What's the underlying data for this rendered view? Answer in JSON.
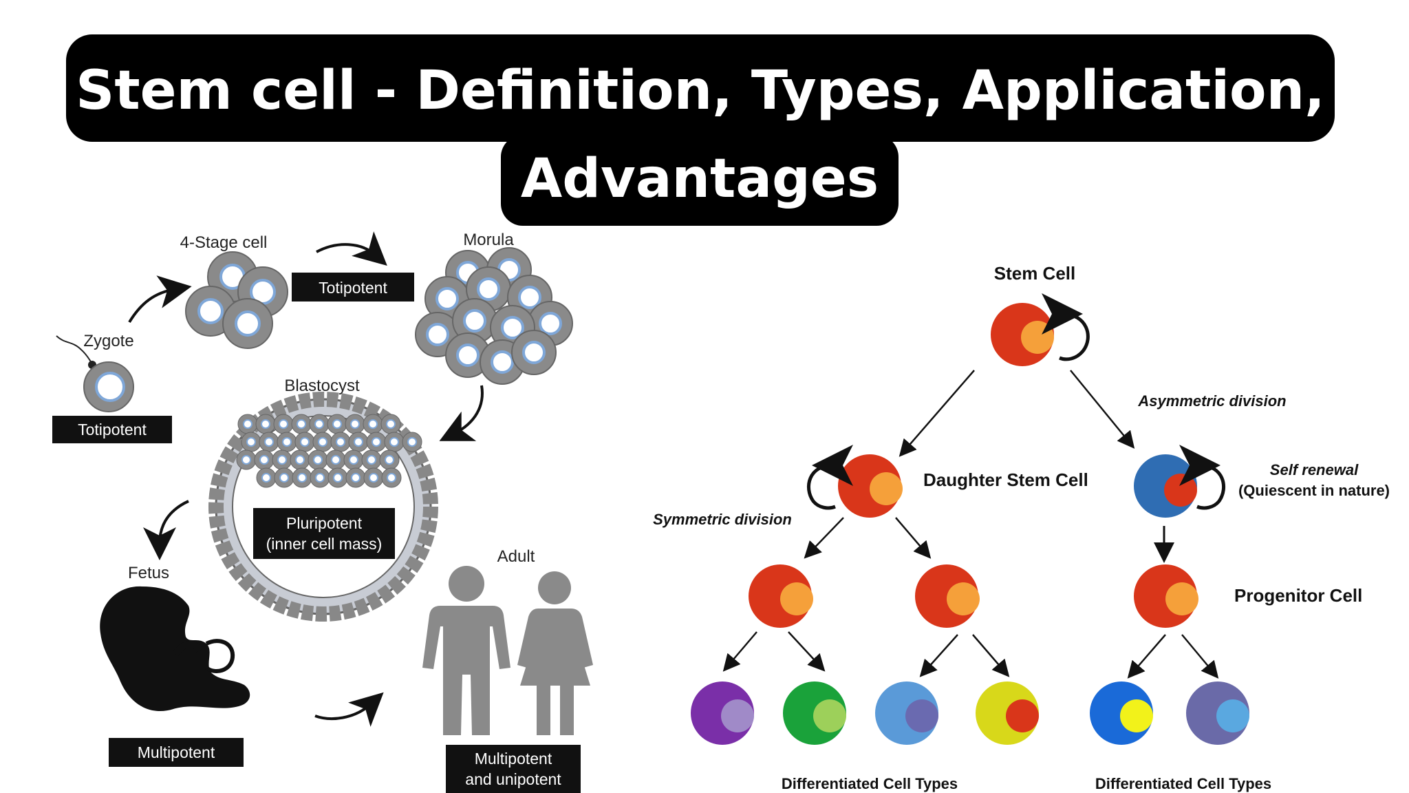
{
  "title": {
    "line1": "Stem cell - Definition, Types, Application,",
    "line2": "Advantages"
  },
  "left_diagram": {
    "zygote": "Zygote",
    "zygote_box": "Totipotent",
    "four_stage": "4-Stage cell",
    "four_stage_box": "Totipotent",
    "morula": "Morula",
    "blastocyst": "Blastocyst",
    "blastocyst_box_1": "Pluripotent",
    "blastocyst_box_2": "(inner cell mass)",
    "fetus": "Fetus",
    "fetus_box": "Multipotent",
    "adult": "Adult",
    "adult_box_1": "Multipotent",
    "adult_box_2": "and unipotent"
  },
  "right_diagram": {
    "stem_cell": "Stem Cell",
    "asymmetric": "Asymmetric division",
    "daughter": "Daughter Stem Cell",
    "self_renewal": "Self renewal",
    "quiescent": "(Quiescent in nature)",
    "symmetric": "Symmetric division",
    "progenitor": "Progenitor Cell",
    "diff_left": "Differentiated Cell Types",
    "diff_right": "Differentiated Cell Types"
  },
  "colors": {
    "stem_outer": "#d9361a",
    "stem_inner": "#f5a03a",
    "quiescent_outer": "#2f6db3",
    "gray_cell": "#8a8a8a",
    "label_box": "#111111"
  },
  "differentiated_cells": [
    {
      "outer": "#7a2fa8",
      "inner": "#a08ac8"
    },
    {
      "outer": "#1aa23a",
      "inner": "#9dd05a"
    },
    {
      "outer": "#5a9ad8",
      "inner": "#6a6ab0"
    },
    {
      "outer": "#d8d81a",
      "inner": "#d9361a"
    },
    {
      "outer": "#1a6ad8",
      "inner": "#f2f21a"
    },
    {
      "outer": "#6a6aa8",
      "inner": "#5aa8e0"
    }
  ]
}
